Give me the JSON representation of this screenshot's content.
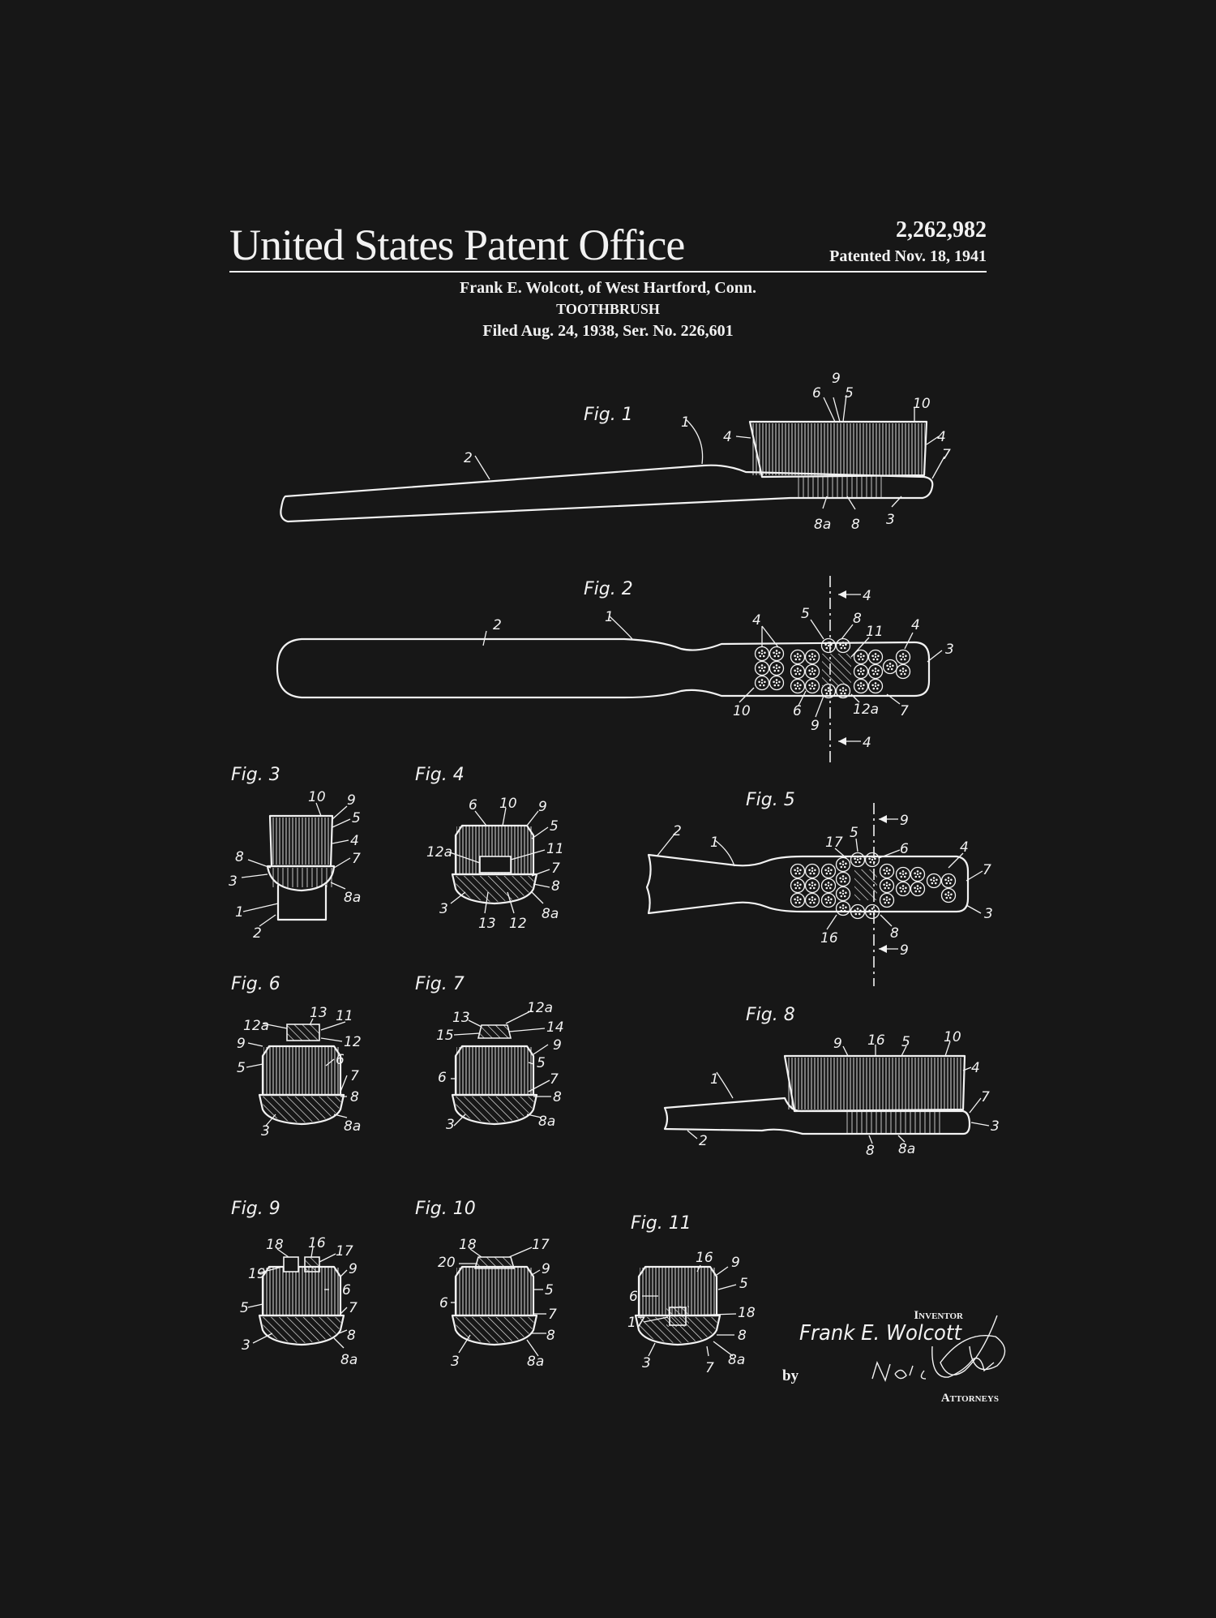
{
  "header": {
    "title": "United States Patent Office",
    "patent_number": "2,262,982",
    "patented_date": "Patented Nov. 18, 1941",
    "inventor_line": "Frank E. Wolcott, of West Hartford, Conn.",
    "invention": "TOOTHBRUSH",
    "filed_line": "Filed Aug. 24, 1938, Ser. No. 226,601"
  },
  "figures": {
    "fig1": {
      "label": "Fig. 1",
      "refs": {
        "r9": "9",
        "r6": "6",
        "r5": "5",
        "r10": "10",
        "r1": "1",
        "r4a": "4",
        "r4b": "4",
        "r7": "7",
        "r2": "2",
        "r8a": "8a",
        "r8": "8",
        "r3": "3"
      }
    },
    "fig2": {
      "label": "Fig. 2",
      "refs": {
        "r1": "1",
        "r2": "2",
        "r4a": "4",
        "r5": "5",
        "r8": "8",
        "r11": "11",
        "r4b": "4",
        "r3": "3",
        "r10": "10",
        "r6": "6",
        "r9": "9",
        "r12a": "12a",
        "r7": "7",
        "sec_top": "4",
        "sec_bot": "4"
      }
    },
    "fig3": {
      "label": "Fig. 3",
      "refs": {
        "r10": "10",
        "r9": "9",
        "r5": "5",
        "r4": "4",
        "r8": "8",
        "r7": "7",
        "r3": "3",
        "r8a": "8a",
        "r1": "1",
        "r2": "2"
      }
    },
    "fig4": {
      "label": "Fig. 4",
      "refs": {
        "r6": "6",
        "r10": "10",
        "r9": "9",
        "r5": "5",
        "r12a": "12a",
        "r11": "11",
        "r7": "7",
        "r8": "8",
        "r3": "3",
        "r13": "13",
        "r12": "12",
        "r8a": "8a"
      }
    },
    "fig5": {
      "label": "Fig. 5",
      "refs": {
        "r2": "2",
        "r1": "1",
        "r17": "17",
        "r5": "5",
        "r6": "6",
        "r4": "4",
        "r7": "7",
        "r3": "3",
        "r16": "16",
        "r8": "8",
        "sec_top": "9",
        "sec_bot": "9"
      }
    },
    "fig6": {
      "label": "Fig. 6",
      "refs": {
        "r13": "13",
        "r11": "11",
        "r12a": "12a",
        "r9": "9",
        "r12": "12",
        "r5": "5",
        "r6": "6",
        "r7": "7",
        "r8": "8",
        "r3": "3",
        "r8a": "8a"
      }
    },
    "fig7": {
      "label": "Fig. 7",
      "refs": {
        "r13": "13",
        "r12a": "12a",
        "r15": "15",
        "r14": "14",
        "r9": "9",
        "r5": "5",
        "r6": "6",
        "r7": "7",
        "r8": "8",
        "r3": "3",
        "r8a": "8a"
      }
    },
    "fig8": {
      "label": "Fig. 8",
      "refs": {
        "r9": "9",
        "r16": "16",
        "r5": "5",
        "r10": "10",
        "r4": "4",
        "r7": "7",
        "r1": "1",
        "r3": "3",
        "r2": "2",
        "r8": "8",
        "r8a": "8a"
      }
    },
    "fig9": {
      "label": "Fig. 9",
      "refs": {
        "r18": "18",
        "r16": "16",
        "r17": "17",
        "r19": "19",
        "r9": "9",
        "r6": "6",
        "r5": "5",
        "r7": "7",
        "r3": "3",
        "r8": "8",
        "r8a": "8a"
      }
    },
    "fig10": {
      "label": "Fig. 10",
      "refs": {
        "r18": "18",
        "r17": "17",
        "r20": "20",
        "r9": "9",
        "r5": "5",
        "r6": "6",
        "r7": "7",
        "r3": "3",
        "r8": "8",
        "r8a": "8a"
      }
    },
    "fig11": {
      "label": "Fig. 11",
      "refs": {
        "r16": "16",
        "r9": "9",
        "r6": "6",
        "r5": "5",
        "r17": "17",
        "r18": "18",
        "r3": "3",
        "r7": "7",
        "r8": "8",
        "r8a": "8a"
      }
    }
  },
  "signature": {
    "inventor_label": "Inventor",
    "inventor_signature": "Frank E. Wolcott",
    "by_label": "by",
    "attorneys_label": "Attorneys"
  }
}
